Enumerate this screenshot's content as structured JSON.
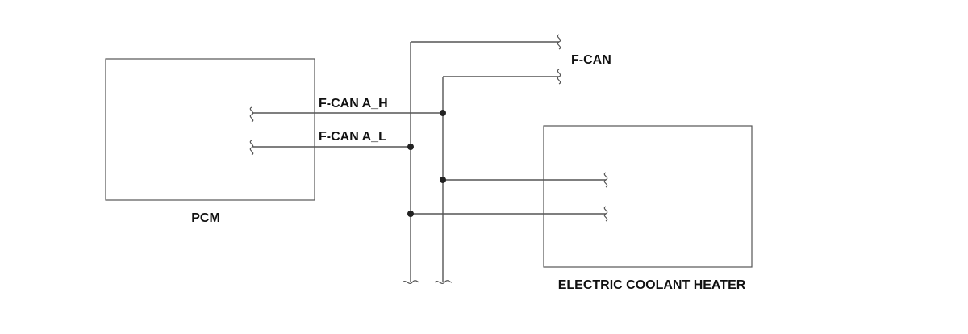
{
  "labels": {
    "pcm": "PCM",
    "heater": "ELECTRIC COOLANT HEATER",
    "bus": "F-CAN",
    "can_h": "F-CAN A_H",
    "can_l": "F-CAN A_L"
  },
  "colors": {
    "line": "#555555",
    "dot": "#222222",
    "text": "#111111"
  }
}
